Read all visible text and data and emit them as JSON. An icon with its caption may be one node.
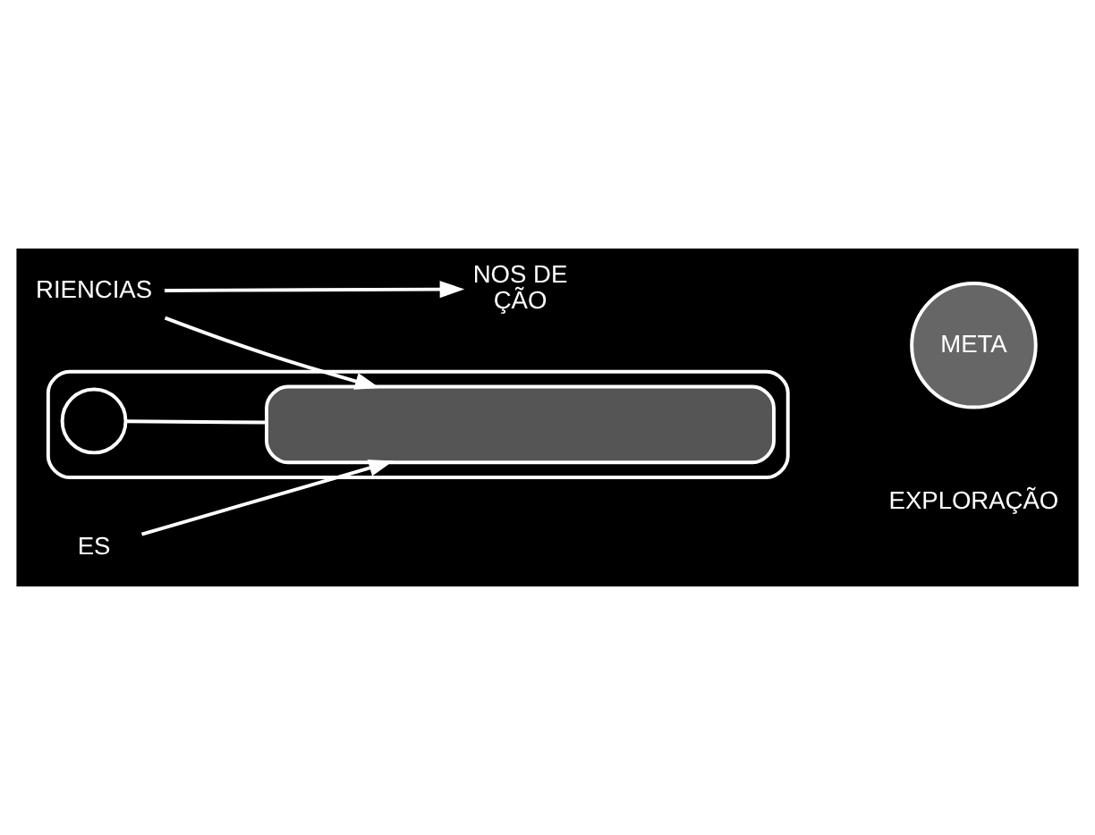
{
  "diagram": {
    "nodes": [
      {
        "text": [
          "NOS DE",
          "ÇÃO"
        ]
      },
      {
        "text": [
          "RIENCIAS"
        ]
      },
      {
        "text": [],
        "shape": "box"
      },
      {
        "text": [],
        "shape": "circle",
        "in": 2
      },
      {
        "text": [],
        "shape": "bar",
        "in": 2
      },
      {
        "text": [
          "META"
        ]
      },
      {
        "text": [
          "ES"
        ]
      }
    ],
    "edges": [
      {
        "from": 1,
        "to": 0,
        "arrow": "to"
      },
      {
        "from": 1,
        "to": 4,
        "arrow": "to"
      },
      {
        "from": 6,
        "to": 4,
        "arrow": "to"
      },
      {
        "from": 3,
        "to": 4,
        "arrow": "none"
      }
    ],
    "labels": [
      "EXPLORAÇÃO"
    ]
  }
}
